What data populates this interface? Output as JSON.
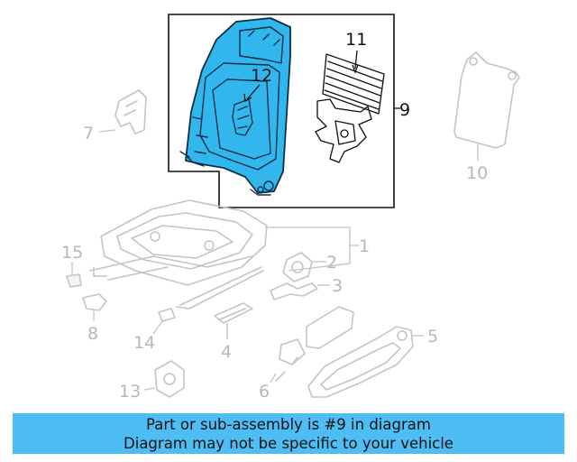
{
  "callouts": {
    "c1": "1",
    "c2": "2",
    "c3": "3",
    "c4": "4",
    "c5": "5",
    "c6": "6",
    "c7": "7",
    "c8": "8",
    "c9": "9",
    "c10": "10",
    "c11": "11",
    "c12": "12",
    "c13": "13",
    "c14": "14",
    "c15": "15"
  },
  "highlighted_part": "9",
  "colors": {
    "highlight": "#31b7ee",
    "banner": "#4dbdf3",
    "dim_lines": "#c4c4c4"
  },
  "banner": {
    "line1": "Part or sub-assembly is #9 in diagram",
    "line2": "Diagram may not be specific to your vehicle"
  }
}
